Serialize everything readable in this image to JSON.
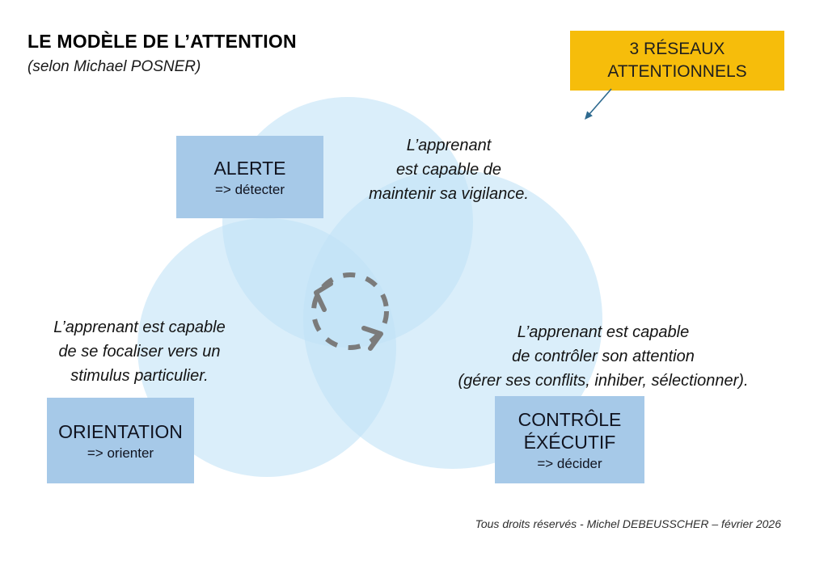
{
  "title": "LE MODÈLE DE L’ATTENTION",
  "subtitle": "(selon Michael POSNER)",
  "badge": {
    "text": "3 RÉSEAUX\nATTENTIONNELS"
  },
  "networks": {
    "alerte": {
      "name": "ALERTE",
      "action": "=> détecter",
      "description": "L’apprenant\nest capable de\nmaintenir sa vigilance."
    },
    "orientation": {
      "name": "ORIENTATION",
      "action": "=> orienter",
      "description": "L’apprenant est capable\nde se focaliser vers un\nstimulus particulier."
    },
    "controle": {
      "name": "CONTRÔLE\nÉXÉCUTIF",
      "action": "=> décider",
      "description": "L’apprenant est capable\nde contrôler son attention\n(gérer ses conflits, inhiber, sélectionner)."
    }
  },
  "footer": "Tous droits réservés - Michel DEBEUSSCHER – février 2026",
  "colors": {
    "badge-bg": "#F6BD0B",
    "box-bg": "#A6C9E8",
    "circle-fill": "rgba(193,227,247,0.6)",
    "arrow": "#2E6A8F",
    "cycle": "#7B7B7B"
  }
}
